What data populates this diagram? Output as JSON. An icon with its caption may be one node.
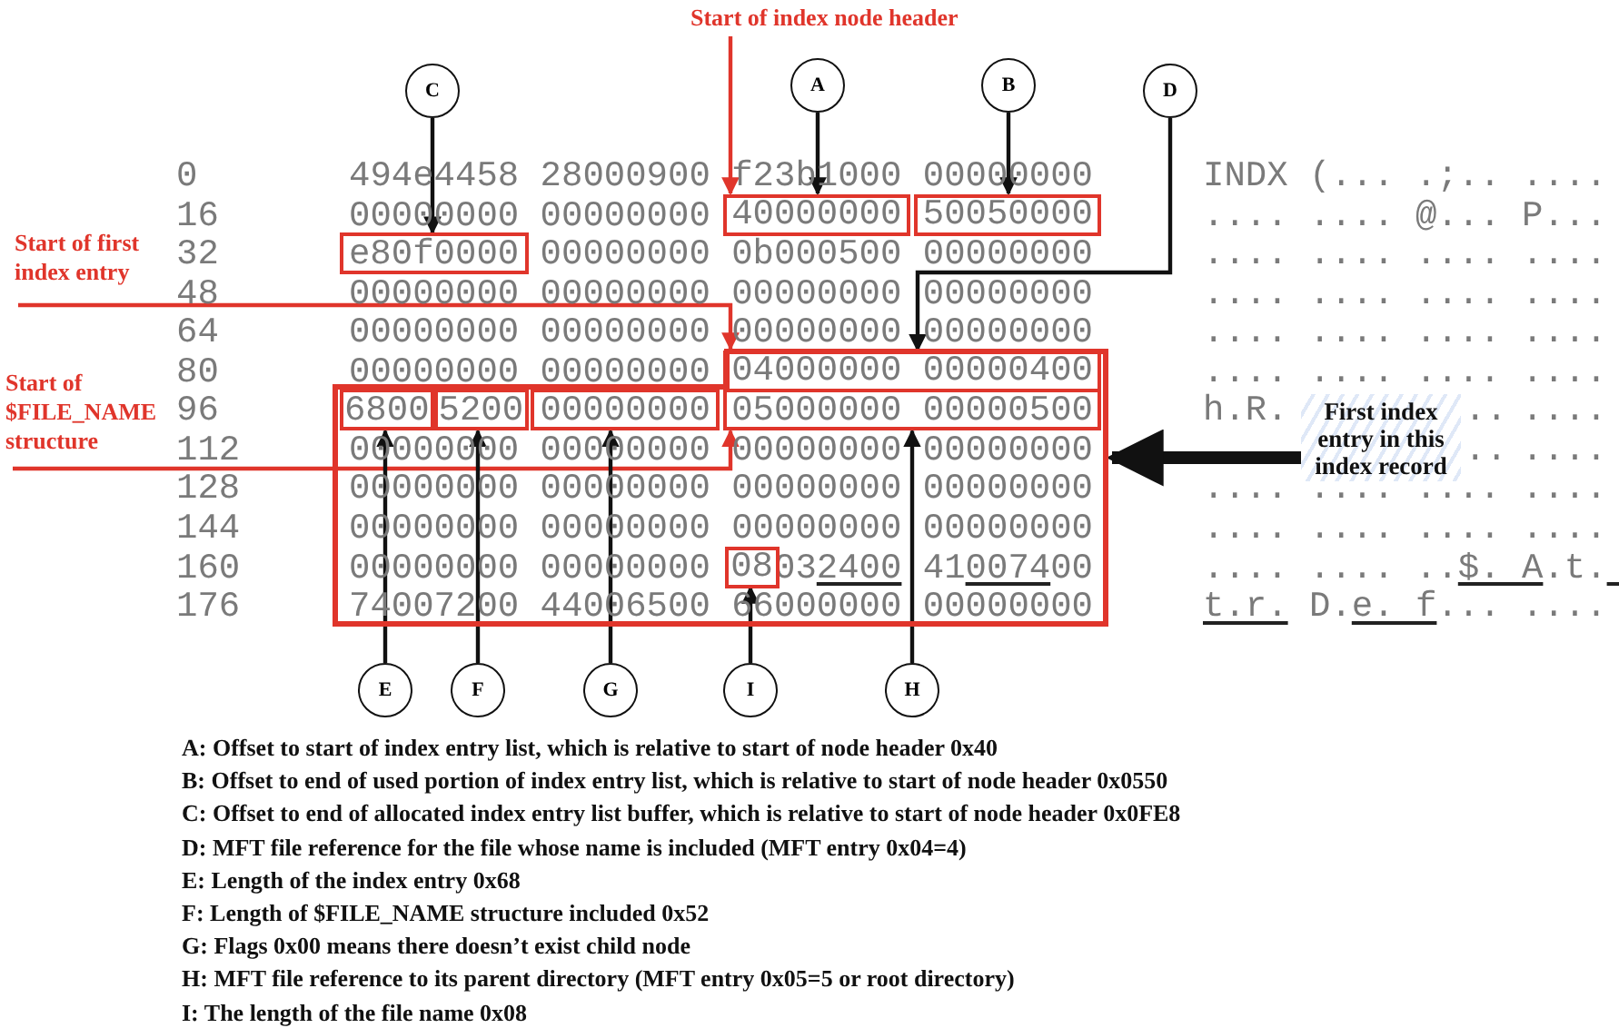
{
  "diagram": {
    "nodes": [
      {
        "text": [
          "Start of index node header"
        ]
      },
      {
        "text": [
          "C"
        ]
      },
      {
        "text": [
          "A"
        ]
      },
      {
        "text": [
          "B"
        ]
      },
      {
        "text": [
          "D"
        ]
      },
      {
        "text": [
          "40000000"
        ]
      },
      {
        "text": [
          "50050000"
        ]
      },
      {
        "text": [
          "e80f0000"
        ]
      },
      {
        "text": [
          "Start of first index entry"
        ]
      },
      {
        "text": [
          "Start of $FILE_NAME structure"
        ]
      },
      {
        "text": [],
        "shape": "box"
      },
      {
        "text": [
          "04000000 00000400"
        ],
        "in": 10
      },
      {
        "text": [
          "6800"
        ],
        "in": 10
      },
      {
        "text": [
          "5200"
        ],
        "in": 10
      },
      {
        "text": [
          "00000000"
        ],
        "in": 10
      },
      {
        "text": [
          "05000000 00000500"
        ],
        "in": 10
      },
      {
        "text": [
          "08"
        ],
        "in": 10
      },
      {
        "text": [
          "First index entry in this index record"
        ]
      },
      {
        "text": [
          "E"
        ]
      },
      {
        "text": [
          "F"
        ]
      },
      {
        "text": [
          "G"
        ]
      },
      {
        "text": [
          "I"
        ]
      },
      {
        "text": [
          "H"
        ]
      }
    ],
    "edges": [
      {
        "from": 0,
        "to": 5,
        "arrow": "to",
        "color": "#e0352b"
      },
      {
        "from": 1,
        "to": 7,
        "arrow": "to"
      },
      {
        "from": 2,
        "to": 5,
        "arrow": "to"
      },
      {
        "from": 3,
        "to": 6,
        "arrow": "to"
      },
      {
        "from": 4,
        "to": 11,
        "arrow": "to"
      },
      {
        "from": 8,
        "to": 10,
        "arrow": "to",
        "color": "#e0352b"
      },
      {
        "from": 9,
        "to": 15,
        "arrow": "to",
        "color": "#e0352b"
      },
      {
        "from": 17,
        "to": 10,
        "arrow": "to",
        "style": "thick"
      },
      {
        "from": 18,
        "to": 12,
        "arrow": "to"
      },
      {
        "from": 19,
        "to": 13,
        "arrow": "to"
      },
      {
        "from": 20,
        "to": 14,
        "arrow": "to"
      },
      {
        "from": 21,
        "to": 16,
        "arrow": "to"
      },
      {
        "from": 22,
        "to": 15,
        "arrow": "to"
      }
    ],
    "labels": [
      "0",
      "494e4458",
      "28000900",
      "f23b1000",
      "00000000",
      "INDX",
      "(...",
      ".;..",
      "....",
      "16",
      "00000000",
      "00000000",
      "....",
      "....",
      "@...",
      "P...",
      "32",
      "00000000",
      "0b000500",
      "00000000",
      "....",
      "....",
      "....",
      "....",
      "48",
      "00000000",
      "00000000",
      "00000000",
      "00000000",
      "....",
      "....",
      "....",
      "....",
      "64",
      "00000000",
      "00000000",
      "00000000",
      "00000000",
      "....",
      "....",
      "....",
      "....",
      "80",
      "00000000",
      "00000000",
      "....",
      "....",
      "....",
      "....",
      "96",
      "h.R.",
      "..",
      "....",
      "112",
      "00000000",
      "00000000",
      "00000000",
      "00000000",
      "..",
      "....",
      "128",
      "00000000",
      "00000000",
      "00000000",
      "00000000",
      "....",
      "....",
      "....",
      "....",
      "144",
      "00000000",
      "00000000",
      "00000000",
      "00000000",
      "....",
      "....",
      "....",
      "....",
      "160",
      "00000000",
      "00000000",
      "032400",
      "41007400",
      "....",
      "....",
      "..$.",
      "A.t.",
      "176",
      "74007200",
      "44006500",
      "66000000",
      "00000000",
      "t.r.",
      "D.e.",
      "f...",
      "....",
      "A: Offset to start of index entry list, which is relative to start of node header 0x40",
      "B: Offset to end of used portion of index entry list, which is relative to start of node header 0x0550",
      "C: Offset to end of allocated index entry list buffer, which is relative to start of node header 0x0FE8",
      "D: MFT file reference for the file whose name is included (MFT entry 0x04=4)",
      "E: Length of the index entry 0x68",
      "F: Length of $FILE_NAME structure included 0x52",
      "G: Flags 0x00 means there doesn’t exist child node",
      "H: MFT file reference to its parent directory (MFT entry 0x05=5 or root directory)",
      "I: The length of the file name 0x08"
    ]
  }
}
